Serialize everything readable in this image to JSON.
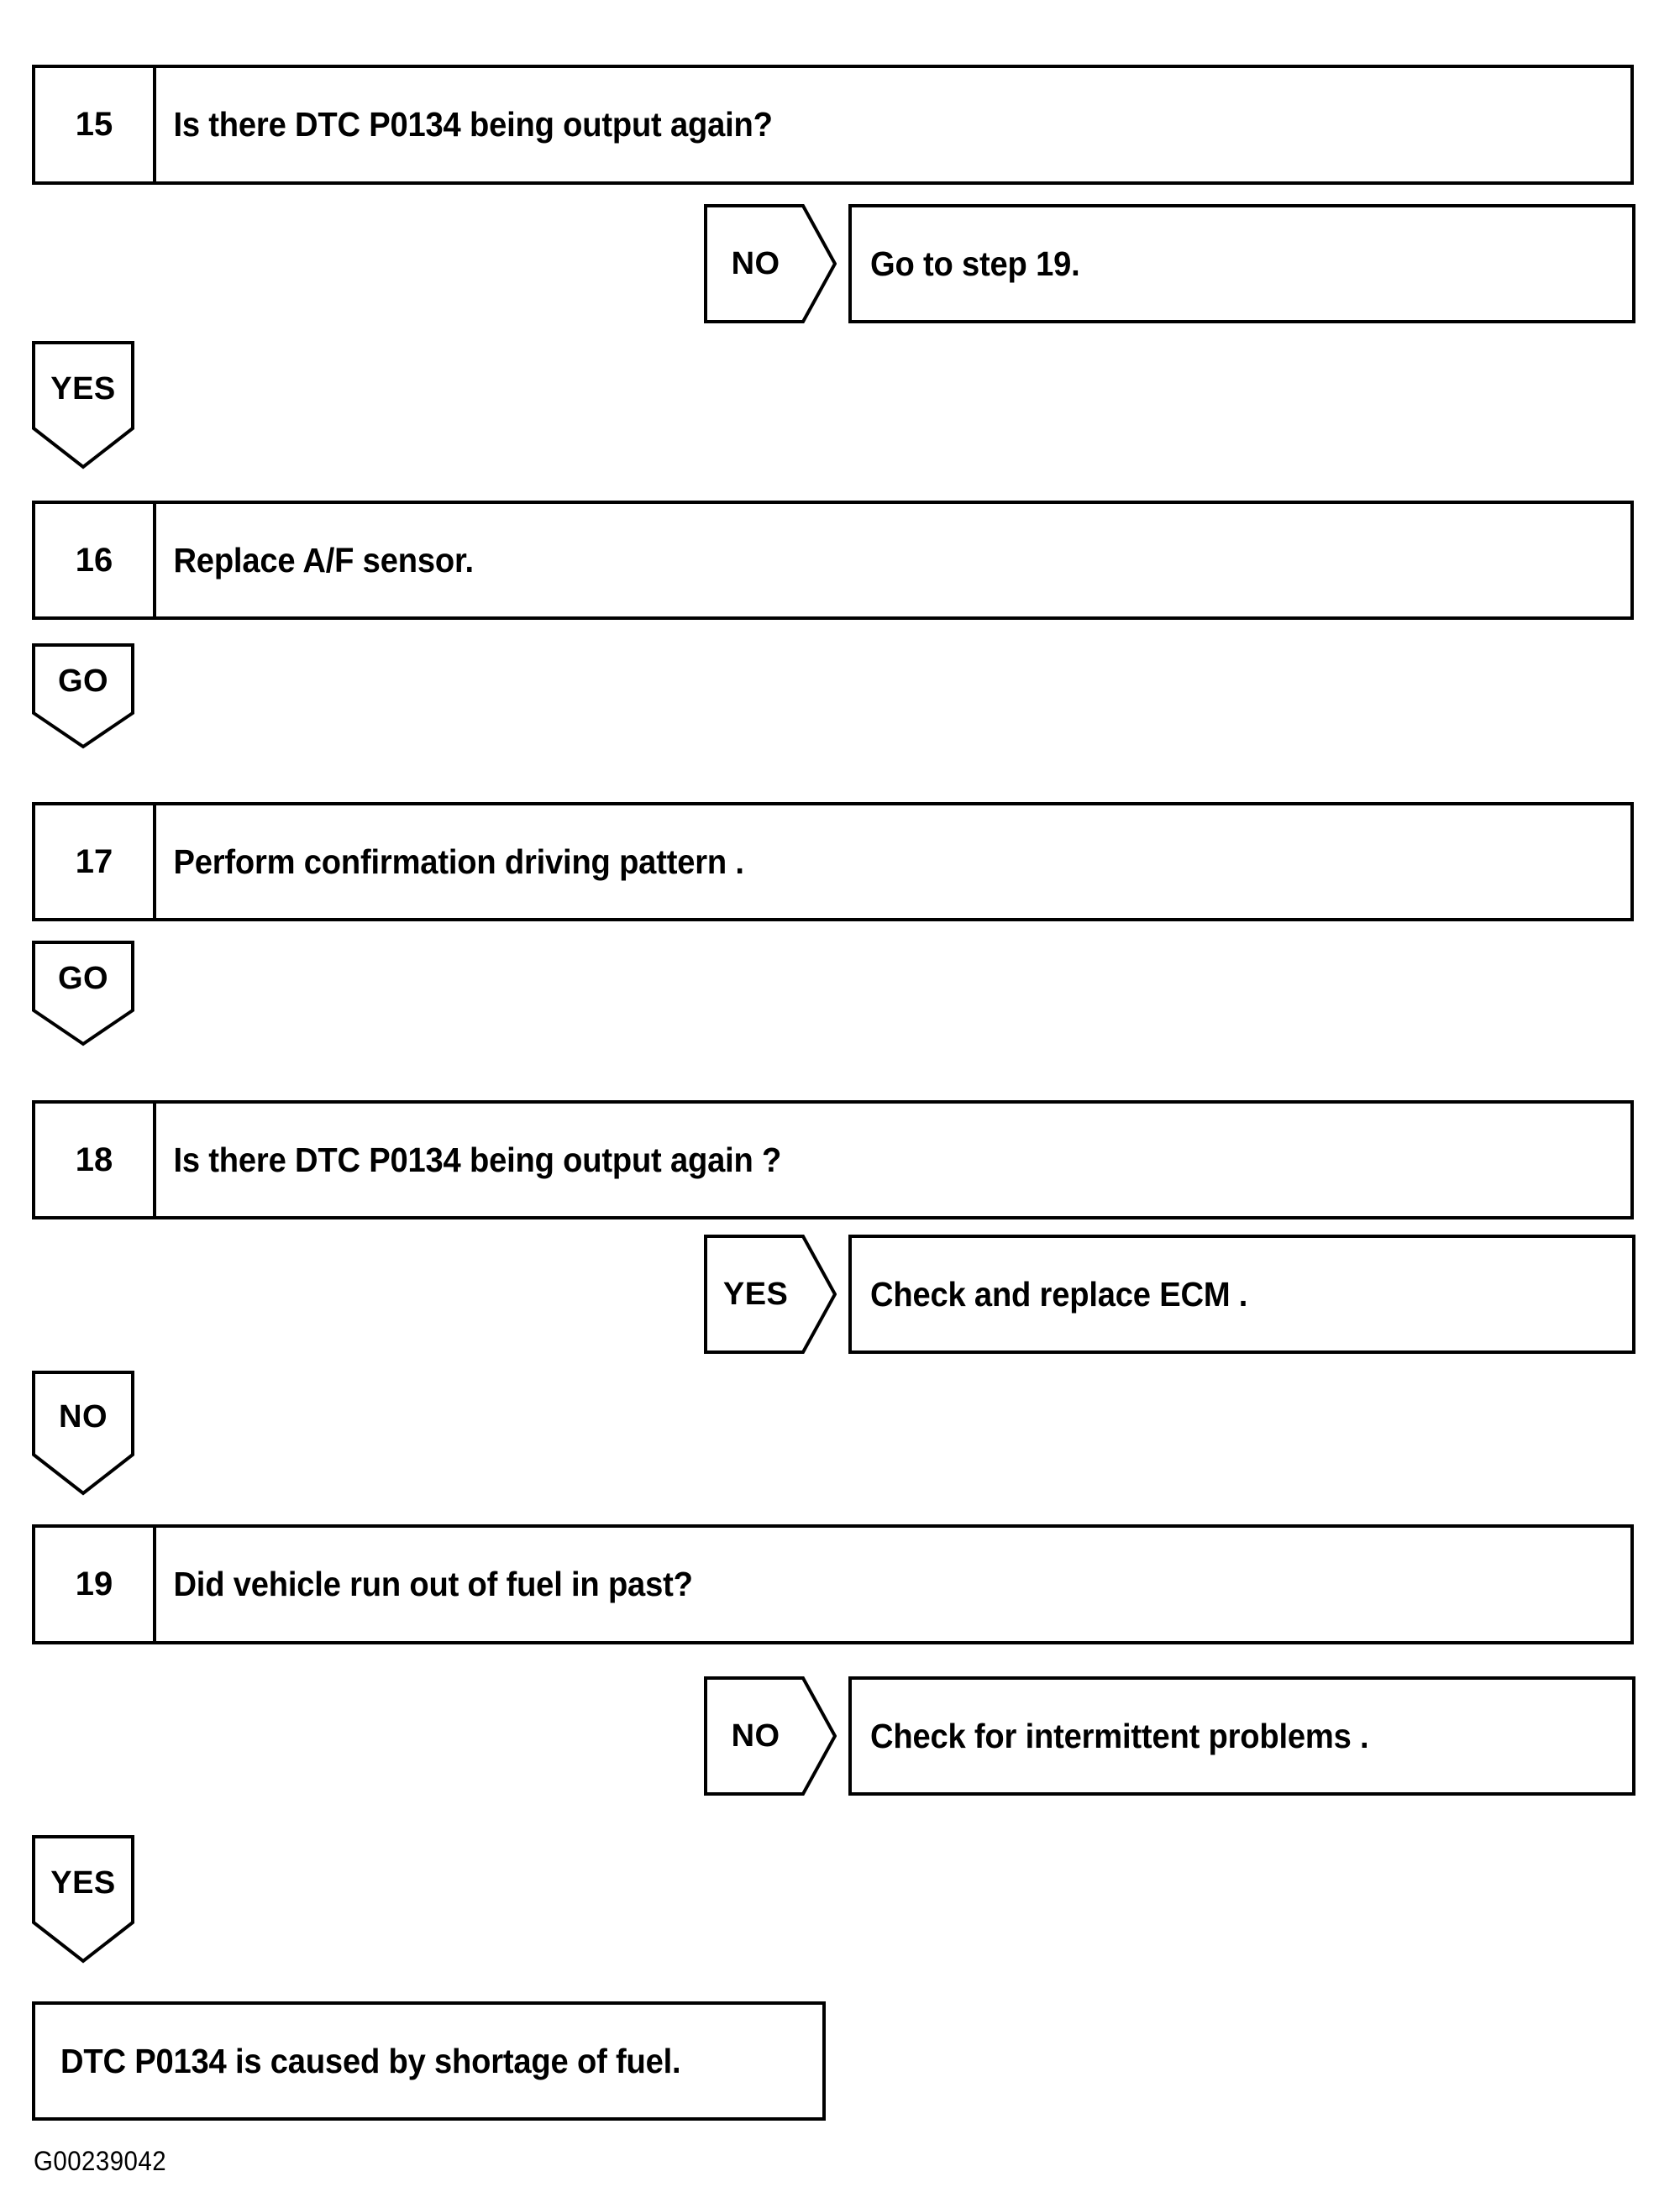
{
  "figure": {
    "reference_code": "G00239042"
  },
  "flow": {
    "steps": [
      {
        "number": "15",
        "text": "Is there DTC P0134 being output again?"
      },
      {
        "number": "16",
        "text": "Replace A/F sensor."
      },
      {
        "number": "17",
        "text": "Perform confirmation driving pattern ."
      },
      {
        "number": "18",
        "text": "Is there DTC P0134 being output again ?"
      },
      {
        "number": "19",
        "text": "Did vehicle run out of fuel in past?"
      }
    ],
    "branches": [
      {
        "label": "NO",
        "text": "Go to step 19."
      },
      {
        "label": "YES",
        "text": "Check and replace ECM ."
      },
      {
        "label": "NO",
        "text": "Check for intermittent problems ."
      }
    ],
    "connectors": [
      {
        "label": "YES"
      },
      {
        "label": "GO"
      },
      {
        "label": "GO"
      },
      {
        "label": "NO"
      },
      {
        "label": "YES"
      }
    ],
    "conclusion": {
      "text": "DTC P0134 is caused by shortage of fuel."
    }
  }
}
